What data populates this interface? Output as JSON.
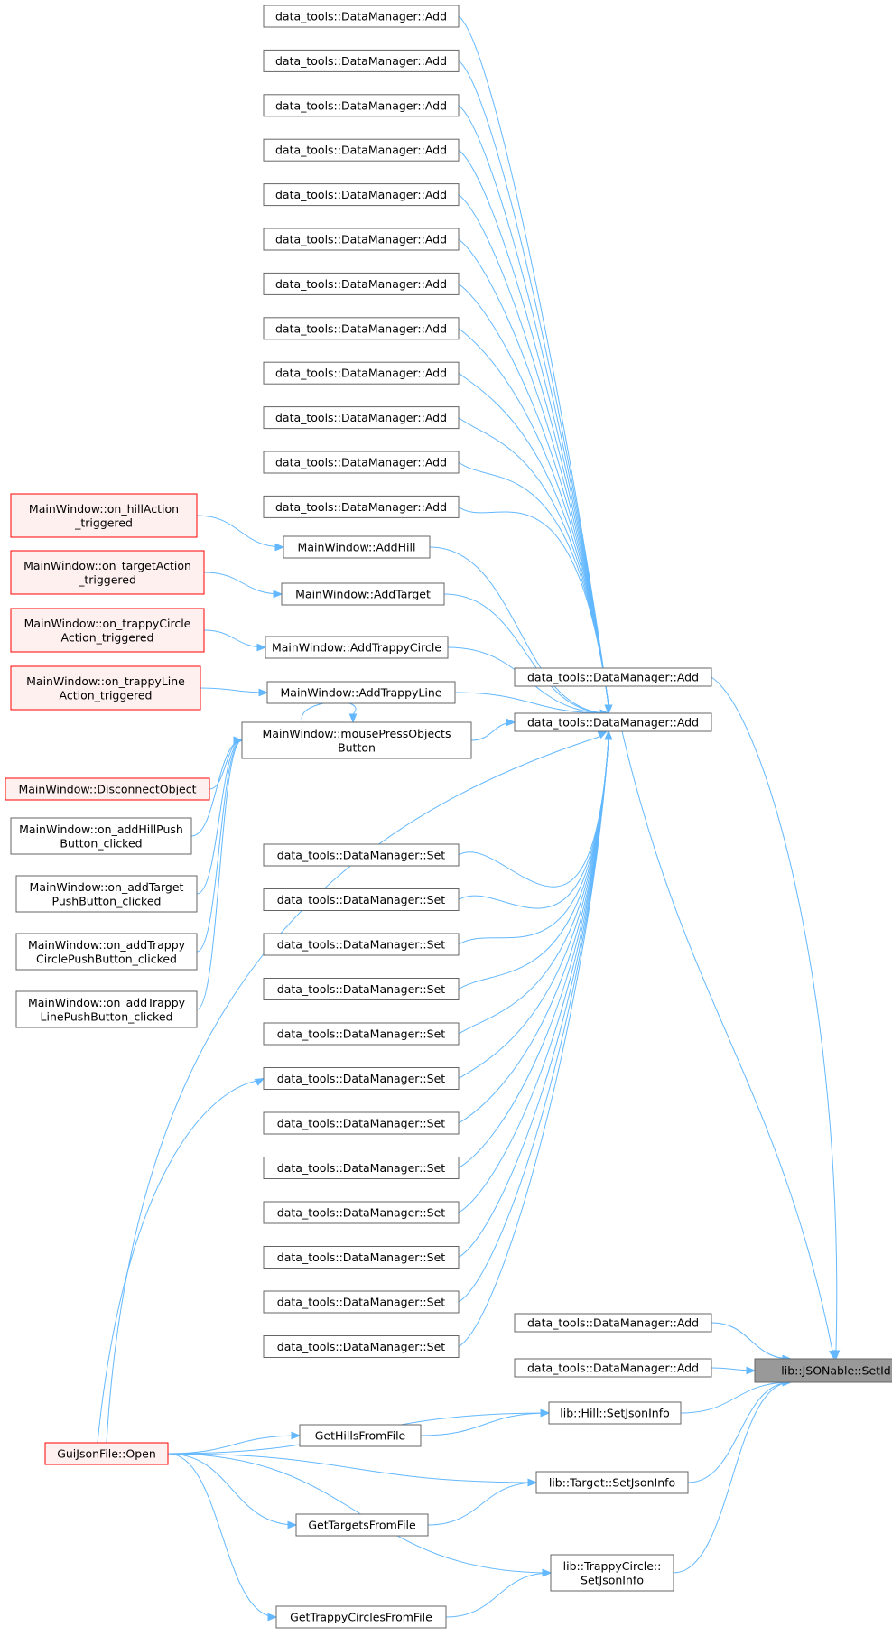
{
  "graph": {
    "type": "call-graph",
    "root": "setid",
    "colors": {
      "edge": "#63b8ff",
      "node_border": "#666666",
      "truncated_border": "#ff0000",
      "root_fill": "#999999"
    },
    "nodes": [
      {
        "id": "setid",
        "lines": [
          "lib::JSONable::SetId"
        ],
        "style": "root"
      },
      {
        "id": "add_top",
        "lines": [
          "data_tools::DataManager::Add"
        ]
      },
      {
        "id": "add_hub",
        "lines": [
          "data_tools::DataManager::Add"
        ]
      },
      {
        "id": "add_b1",
        "lines": [
          "data_tools::DataManager::Add"
        ]
      },
      {
        "id": "add_b2",
        "lines": [
          "data_tools::DataManager::Add"
        ]
      },
      {
        "id": "hill_sji",
        "lines": [
          "lib::Hill::SetJsonInfo"
        ]
      },
      {
        "id": "target_sji",
        "lines": [
          "lib::Target::SetJsonInfo"
        ]
      },
      {
        "id": "tc_sji",
        "lines": [
          "lib::TrappyCircle::",
          "SetJsonInfo"
        ]
      },
      {
        "id": "a1",
        "lines": [
          "data_tools::DataManager::Add"
        ]
      },
      {
        "id": "a2",
        "lines": [
          "data_tools::DataManager::Add"
        ]
      },
      {
        "id": "a3",
        "lines": [
          "data_tools::DataManager::Add"
        ]
      },
      {
        "id": "a4",
        "lines": [
          "data_tools::DataManager::Add"
        ]
      },
      {
        "id": "a5",
        "lines": [
          "data_tools::DataManager::Add"
        ]
      },
      {
        "id": "a6",
        "lines": [
          "data_tools::DataManager::Add"
        ]
      },
      {
        "id": "a7",
        "lines": [
          "data_tools::DataManager::Add"
        ]
      },
      {
        "id": "a8",
        "lines": [
          "data_tools::DataManager::Add"
        ]
      },
      {
        "id": "a9",
        "lines": [
          "data_tools::DataManager::Add"
        ]
      },
      {
        "id": "a10",
        "lines": [
          "data_tools::DataManager::Add"
        ]
      },
      {
        "id": "a11",
        "lines": [
          "data_tools::DataManager::Add"
        ]
      },
      {
        "id": "a12",
        "lines": [
          "data_tools::DataManager::Add"
        ]
      },
      {
        "id": "addhill",
        "lines": [
          "MainWindow::AddHill"
        ]
      },
      {
        "id": "addtarget",
        "lines": [
          "MainWindow::AddTarget"
        ]
      },
      {
        "id": "addtc",
        "lines": [
          "MainWindow::AddTrappyCircle"
        ]
      },
      {
        "id": "addtl",
        "lines": [
          "MainWindow::AddTrappyLine"
        ]
      },
      {
        "id": "mpob",
        "lines": [
          "MainWindow::mousePressObjects",
          "Button"
        ]
      },
      {
        "id": "s1",
        "lines": [
          "data_tools::DataManager::Set"
        ]
      },
      {
        "id": "s2",
        "lines": [
          "data_tools::DataManager::Set"
        ]
      },
      {
        "id": "s3",
        "lines": [
          "data_tools::DataManager::Set"
        ]
      },
      {
        "id": "s4",
        "lines": [
          "data_tools::DataManager::Set"
        ]
      },
      {
        "id": "s5",
        "lines": [
          "data_tools::DataManager::Set"
        ]
      },
      {
        "id": "s6",
        "lines": [
          "data_tools::DataManager::Set"
        ]
      },
      {
        "id": "s7",
        "lines": [
          "data_tools::DataManager::Set"
        ]
      },
      {
        "id": "s8",
        "lines": [
          "data_tools::DataManager::Set"
        ]
      },
      {
        "id": "s9",
        "lines": [
          "data_tools::DataManager::Set"
        ]
      },
      {
        "id": "s10",
        "lines": [
          "data_tools::DataManager::Set"
        ]
      },
      {
        "id": "s11",
        "lines": [
          "data_tools::DataManager::Set"
        ]
      },
      {
        "id": "s12",
        "lines": [
          "data_tools::DataManager::Set"
        ]
      },
      {
        "id": "on_hill",
        "lines": [
          "MainWindow::on_hillAction",
          "_triggered"
        ],
        "style": "red"
      },
      {
        "id": "on_target",
        "lines": [
          "MainWindow::on_targetAction",
          "_triggered"
        ],
        "style": "red"
      },
      {
        "id": "on_tc",
        "lines": [
          "MainWindow::on_trappyCircle",
          "Action_triggered"
        ],
        "style": "red"
      },
      {
        "id": "on_tl",
        "lines": [
          "MainWindow::on_trappyLine",
          "Action_triggered"
        ],
        "style": "red"
      },
      {
        "id": "disconnect",
        "lines": [
          "MainWindow::DisconnectObject"
        ],
        "style": "red"
      },
      {
        "id": "on_addhill",
        "lines": [
          "MainWindow::on_addHillPush",
          "Button_clicked"
        ]
      },
      {
        "id": "on_addtarget",
        "lines": [
          "MainWindow::on_addTarget",
          "PushButton_clicked"
        ]
      },
      {
        "id": "on_addtc",
        "lines": [
          "MainWindow::on_addTrappy",
          "CirclePushButton_clicked"
        ]
      },
      {
        "id": "on_addtl",
        "lines": [
          "MainWindow::on_addTrappy",
          "LinePushButton_clicked"
        ]
      },
      {
        "id": "guiopen",
        "lines": [
          "GuiJsonFile::Open"
        ],
        "style": "red"
      },
      {
        "id": "gethills",
        "lines": [
          "GetHillsFromFile"
        ]
      },
      {
        "id": "gettargets",
        "lines": [
          "GetTargetsFromFile"
        ]
      },
      {
        "id": "gettc",
        "lines": [
          "GetTrappyCirclesFromFile"
        ]
      }
    ],
    "edges": [
      [
        "add_top",
        "setid"
      ],
      [
        "add_hub",
        "setid"
      ],
      [
        "add_b1",
        "setid"
      ],
      [
        "add_b2",
        "setid"
      ],
      [
        "hill_sji",
        "setid"
      ],
      [
        "target_sji",
        "setid"
      ],
      [
        "tc_sji",
        "setid"
      ],
      [
        "a1",
        "add_hub"
      ],
      [
        "a2",
        "add_hub"
      ],
      [
        "a3",
        "add_hub"
      ],
      [
        "a4",
        "add_hub"
      ],
      [
        "a5",
        "add_hub"
      ],
      [
        "a6",
        "add_hub"
      ],
      [
        "a7",
        "add_hub"
      ],
      [
        "a8",
        "add_hub"
      ],
      [
        "a9",
        "add_hub"
      ],
      [
        "a10",
        "add_hub"
      ],
      [
        "a11",
        "add_hub"
      ],
      [
        "a12",
        "add_hub"
      ],
      [
        "addhill",
        "add_hub"
      ],
      [
        "addtarget",
        "add_hub"
      ],
      [
        "addtc",
        "add_hub"
      ],
      [
        "addtl",
        "add_hub"
      ],
      [
        "mpob",
        "add_hub"
      ],
      [
        "s1",
        "add_hub"
      ],
      [
        "s2",
        "add_hub"
      ],
      [
        "s3",
        "add_hub"
      ],
      [
        "s4",
        "add_hub"
      ],
      [
        "s5",
        "add_hub"
      ],
      [
        "s6",
        "add_hub"
      ],
      [
        "s7",
        "add_hub"
      ],
      [
        "s8",
        "add_hub"
      ],
      [
        "s9",
        "add_hub"
      ],
      [
        "s10",
        "add_hub"
      ],
      [
        "s11",
        "add_hub"
      ],
      [
        "s12",
        "add_hub"
      ],
      [
        "guiopen",
        "add_hub"
      ],
      [
        "on_hill",
        "addhill"
      ],
      [
        "on_target",
        "addtarget"
      ],
      [
        "on_tc",
        "addtc"
      ],
      [
        "on_tl",
        "addtl"
      ],
      [
        "disconnect",
        "mpob"
      ],
      [
        "on_addhill",
        "mpob"
      ],
      [
        "on_addtarget",
        "mpob"
      ],
      [
        "on_addtc",
        "mpob"
      ],
      [
        "on_addtl",
        "mpob"
      ],
      [
        "mpob",
        "mpob"
      ],
      [
        "guiopen",
        "s6"
      ],
      [
        "guiopen",
        "hill_sji"
      ],
      [
        "gethills",
        "hill_sji"
      ],
      [
        "guiopen",
        "target_sji"
      ],
      [
        "gettargets",
        "target_sji"
      ],
      [
        "guiopen",
        "tc_sji"
      ],
      [
        "gettc",
        "tc_sji"
      ],
      [
        "guiopen",
        "gethills"
      ],
      [
        "guiopen",
        "gettargets"
      ],
      [
        "guiopen",
        "gettc"
      ]
    ]
  }
}
